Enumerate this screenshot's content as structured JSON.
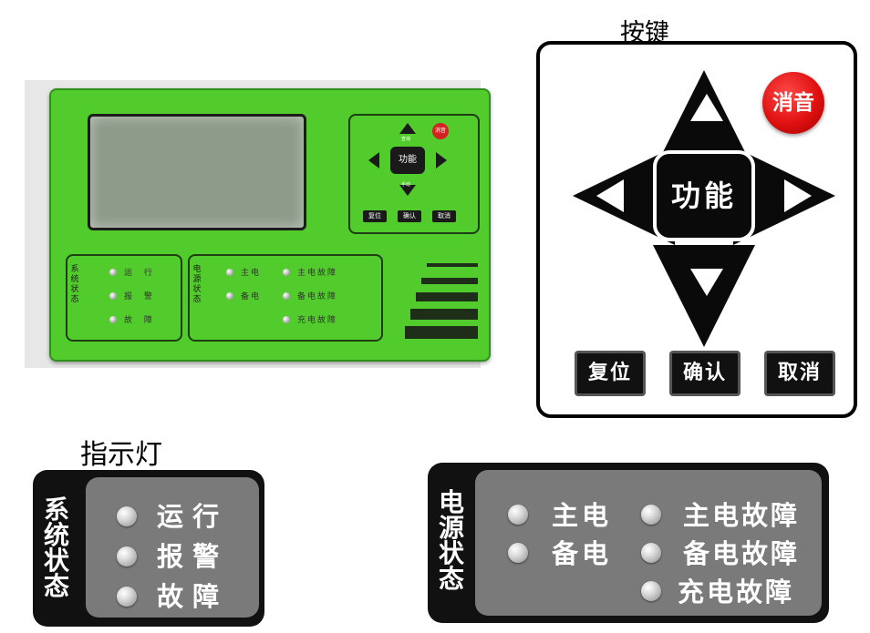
{
  "photo": {
    "keypad": {
      "up_label": "查询",
      "down_label": "手动",
      "function_label": "功能",
      "mute_label": "消音",
      "bottom_keys": [
        "复位",
        "确认",
        "取消"
      ]
    },
    "system_status": {
      "title": "系统状态",
      "items": [
        "运 行",
        "报 警",
        "故 障"
      ]
    },
    "power_status": {
      "title": "电源状态",
      "items": [
        "主电",
        "备电",
        "主电故障",
        "备电故障",
        "充电故障"
      ]
    }
  },
  "keys_section": {
    "title": "按键",
    "function_label": "功能",
    "mute_label": "消音",
    "bottom_keys": [
      "复位",
      "确认",
      "取消"
    ],
    "colors": {
      "mute": "#e01010",
      "key": "#0a0a0a"
    }
  },
  "indicator_section": {
    "title": "指示灯",
    "system_status": {
      "title": "系统状态",
      "items": [
        "运  行",
        "报  警",
        "故  障"
      ]
    },
    "power_status": {
      "title": "电源状态",
      "items": [
        "主电",
        "备电",
        "主电故障",
        "备电故障",
        "充电故障"
      ]
    },
    "colors": {
      "panel": "#111111",
      "inner": "#7a7a7a"
    }
  }
}
